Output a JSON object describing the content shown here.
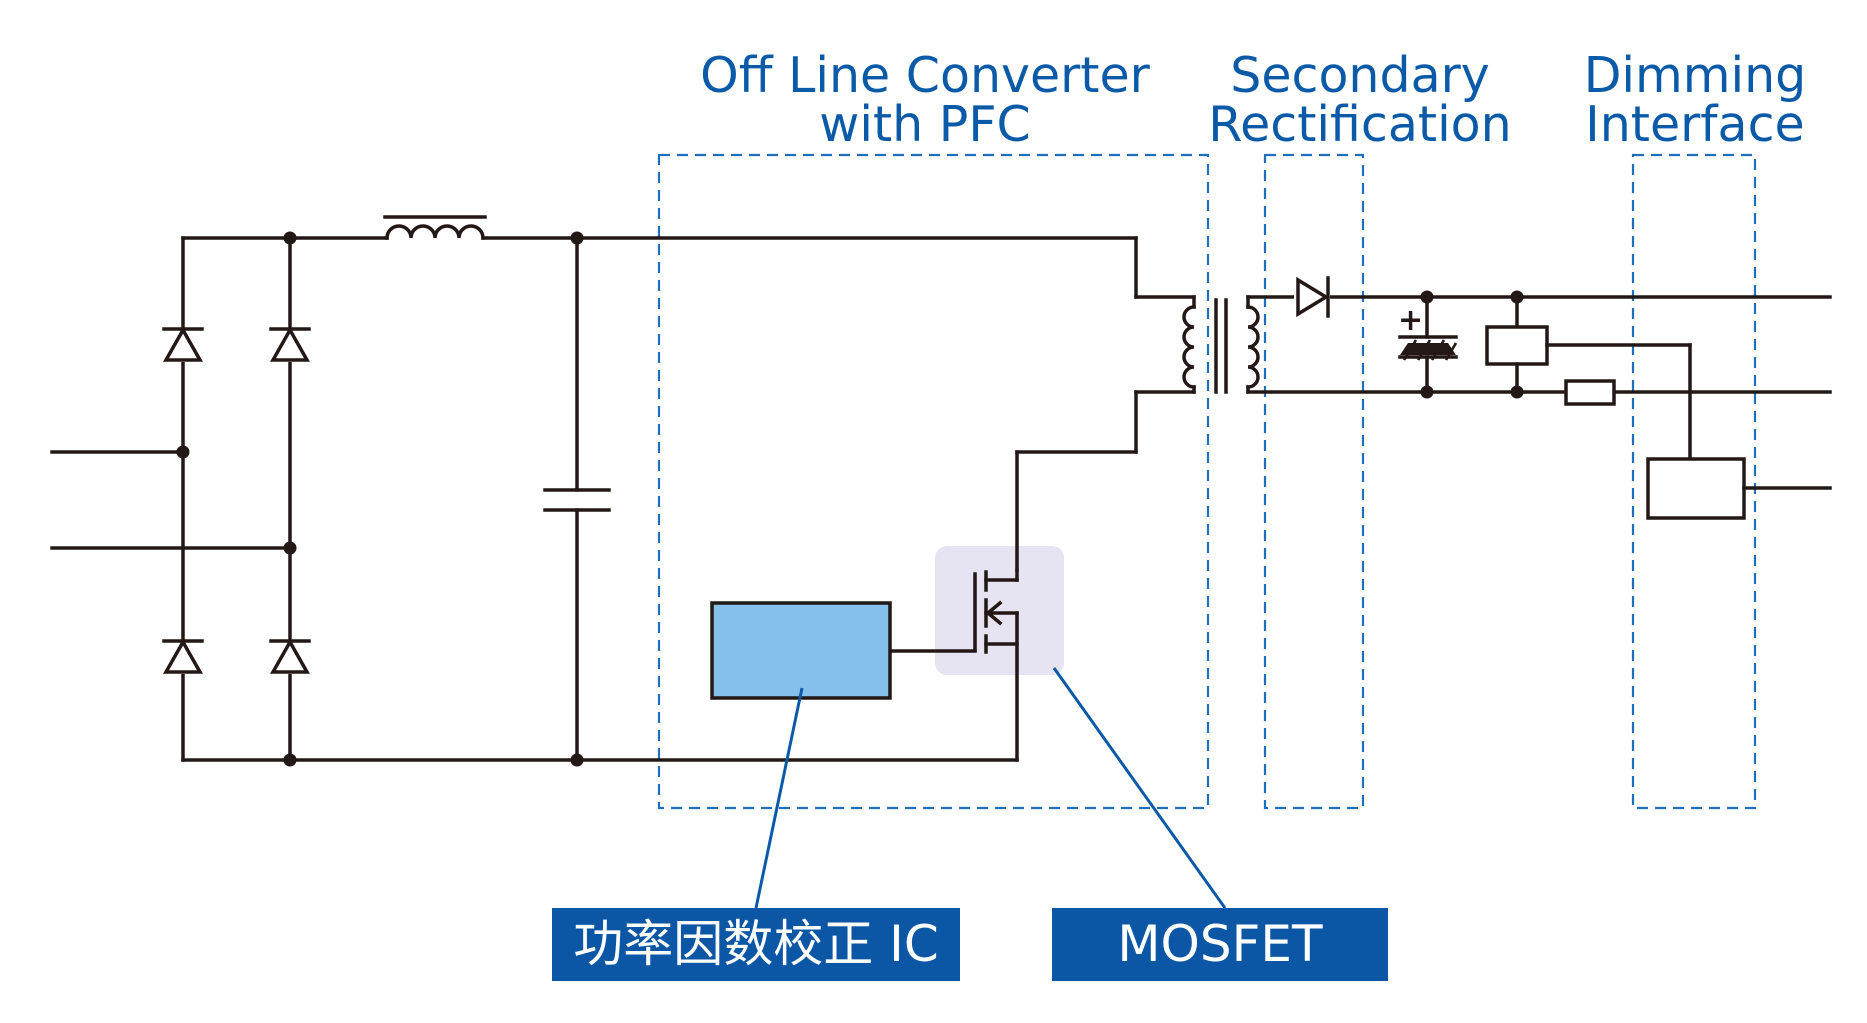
{
  "colors": {
    "line": "#231815",
    "section_blue": "#0b5aa8",
    "dash_blue": "#1f6fbf",
    "ic_fill": "#85c0ea",
    "mosfet_highlight": "#e6e3f2",
    "callout_bg": "#0b56a5"
  },
  "sections": {
    "offline_converter": {
      "line1": "Off Line Converter",
      "line2": "with PFC"
    },
    "secondary_rectification": {
      "line1": "Secondary",
      "line2": "Rectification"
    },
    "dimming_interface": {
      "line1": "Dimming",
      "line2": "Interface"
    }
  },
  "callouts": {
    "pfc_ic": "功率因数校正 IC",
    "mosfet": "MOSFET"
  },
  "symbols": {
    "capacitor_polarity": "+"
  }
}
